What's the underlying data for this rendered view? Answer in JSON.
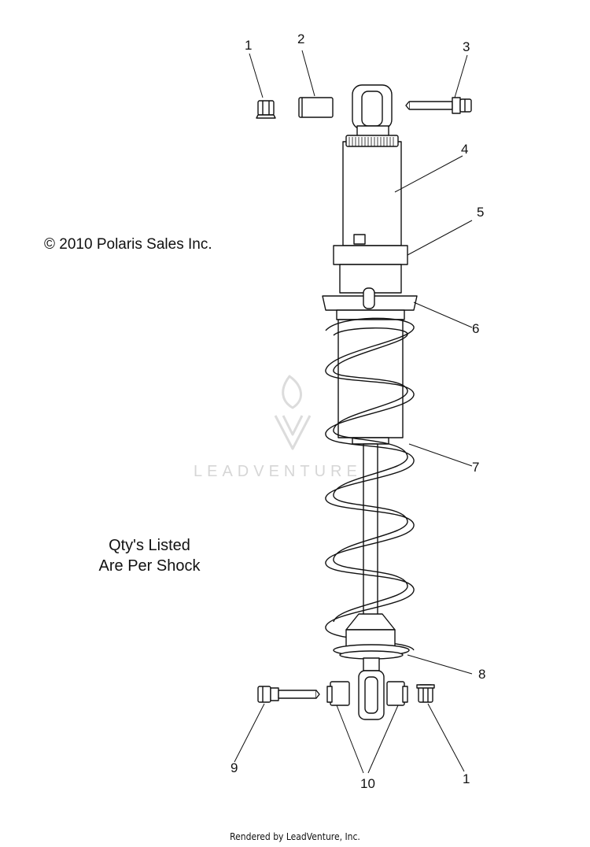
{
  "diagram": {
    "copyright": "© 2010 Polaris Sales Inc.",
    "qty_note_line1": "Qty's Listed",
    "qty_note_line2": "Are Per Shock",
    "watermark": "LEADVENTURE",
    "footer": "Rendered by LeadVenture, Inc.",
    "callouts": [
      "1",
      "2",
      "3",
      "4",
      "5",
      "6",
      "7",
      "8",
      "9",
      "10",
      "1"
    ]
  }
}
